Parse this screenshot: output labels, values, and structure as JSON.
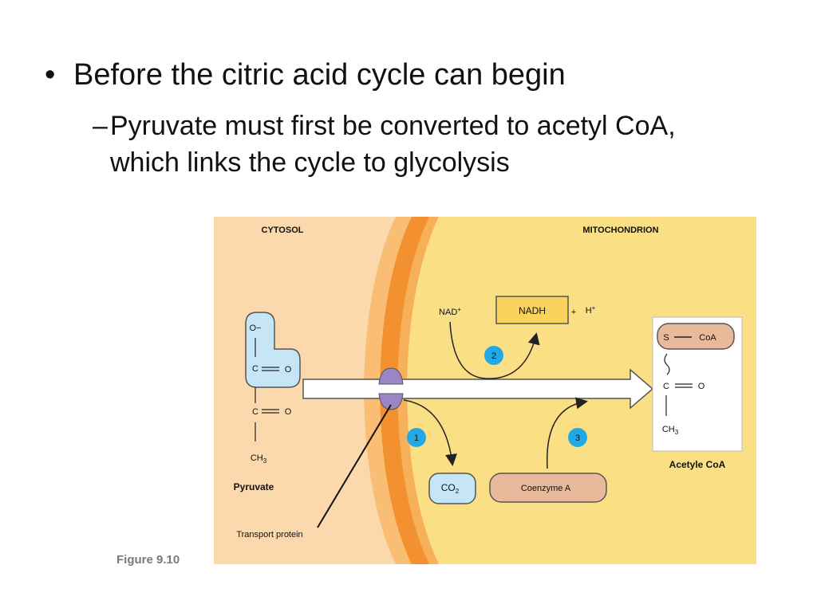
{
  "slide": {
    "bullet_main": "Before the citric acid cycle can begin",
    "bullet_sub": "Pyruvate must first be converted to acetyl CoA, which links the cycle to glycolysis",
    "figure_caption": "Figure 9.10"
  },
  "diagram": {
    "region_left": "CYTOSOL",
    "region_right": "MITOCHONDRION",
    "pyruvate": {
      "label": "Pyruvate",
      "o_minus": "O−",
      "c1": "C",
      "o1": "O",
      "c2": "C",
      "o2": "O",
      "ch3": "CH",
      "ch3_sub": "3"
    },
    "step1": {
      "number": "1",
      "product": "CO",
      "product_sub": "2"
    },
    "step2": {
      "number": "2",
      "input": "NAD",
      "input_sup": "+",
      "output": "NADH",
      "plus": "+",
      "h": "H",
      "h_sup": "+"
    },
    "step3": {
      "number": "3",
      "input": "Coenzyme A"
    },
    "acetyl_coa": {
      "label": "Acetyle CoA",
      "s": "S",
      "coa": "CoA",
      "c": "C",
      "o": "O",
      "ch3": "CH",
      "ch3_sub": "3"
    },
    "transport_protein": "Transport protein",
    "colors": {
      "cytosol": "#fcd9ad",
      "mitochondrion": "#fbdf85",
      "membrane_outer": "#f7b05a",
      "membrane_inner": "#f39030",
      "step_circle": "#23a8e6",
      "pyruvate_fill": "#c6e6f7",
      "coenzyme_fill": "#e8b99a",
      "nadh_fill": "#f9d35c"
    }
  }
}
